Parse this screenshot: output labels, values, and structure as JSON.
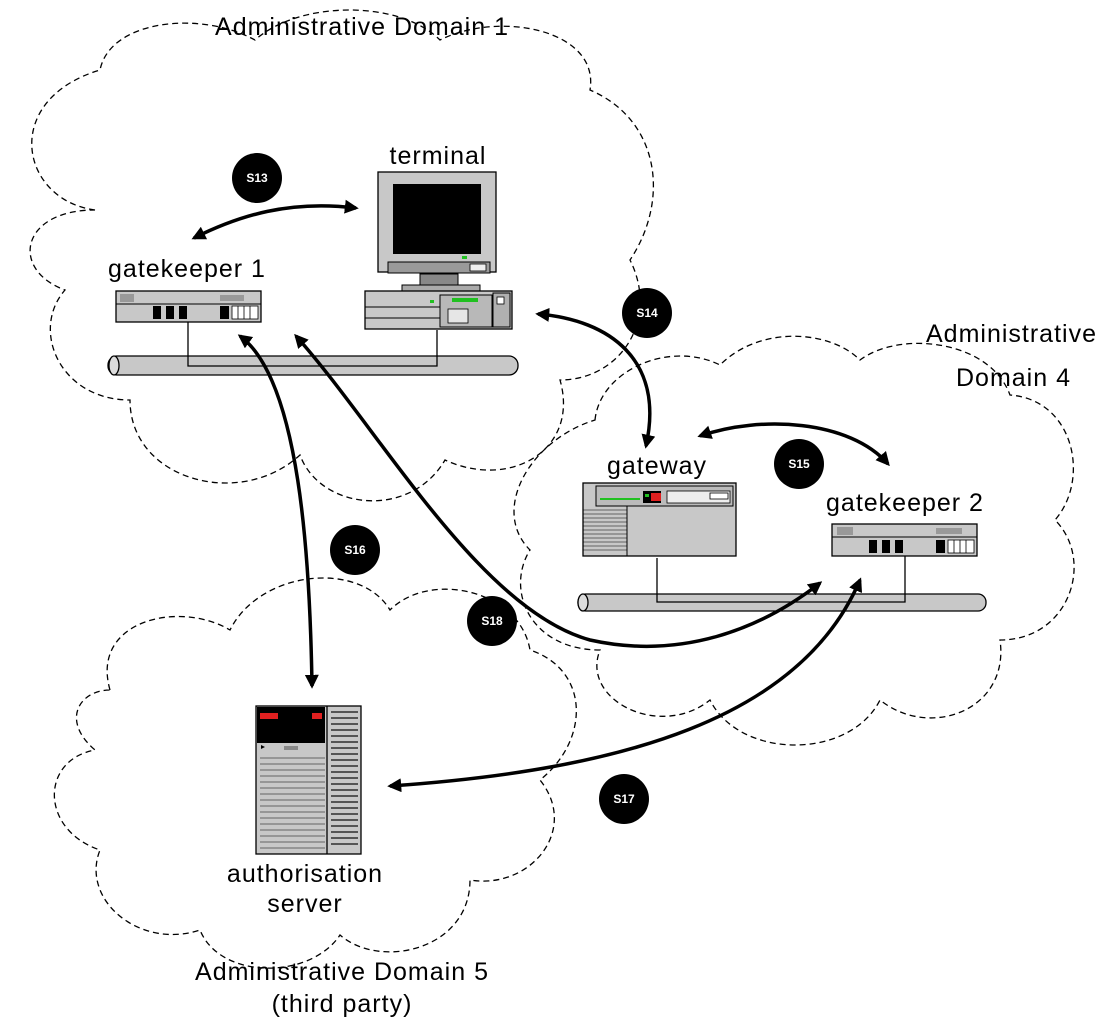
{
  "domains": {
    "d1": "Administrative Domain 1",
    "d4_line1": "Administrative",
    "d4_line2": "Domain 4",
    "d5_line1": "Administrative Domain 5",
    "d5_line2": "(third party)"
  },
  "devices": {
    "terminal": "terminal",
    "gatekeeper1": "gatekeeper 1",
    "gateway": "gateway",
    "gatekeeper2": "gatekeeper 2",
    "auth_line1": "authorisation",
    "auth_line2": "server"
  },
  "signals": {
    "s13": "S13",
    "s14": "S14",
    "s15": "S15",
    "s16": "S16",
    "s17": "S17",
    "s18": "S18"
  },
  "colors": {
    "line": "#000000",
    "device_gray": "#c8c8c8",
    "badge": "#000000",
    "indicator_red": "#e02020",
    "indicator_green": "#20c020"
  }
}
